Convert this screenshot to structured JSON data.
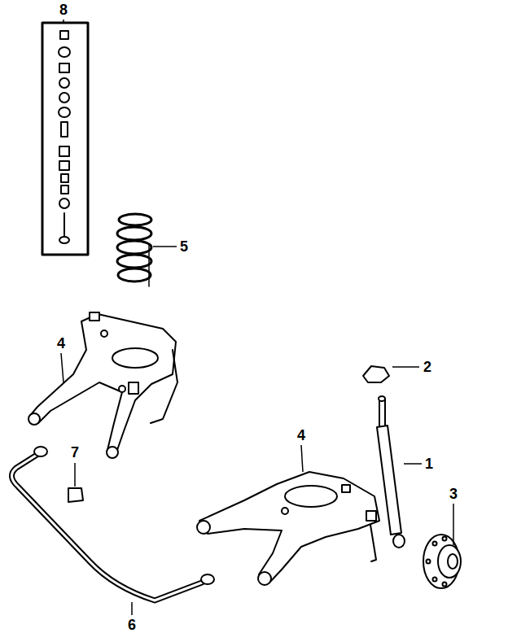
{
  "diagram": {
    "labels": [
      "8",
      "5",
      "4",
      "2",
      "4",
      "7",
      "1",
      "3",
      "6"
    ]
  }
}
